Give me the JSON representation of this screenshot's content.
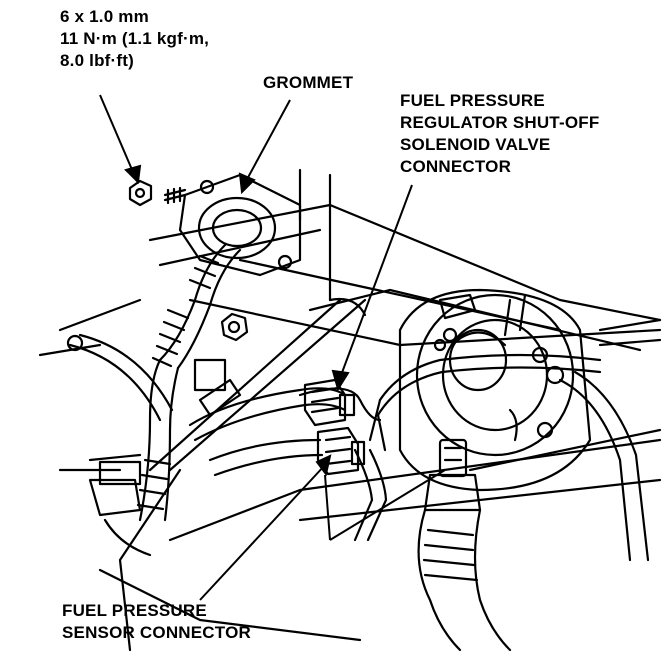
{
  "labels": {
    "bolt_spec": [
      "6 x 1.0 mm",
      "11 N·m (1.1 kgf·m,",
      "8.0 lbf·ft)"
    ],
    "grommet": "GROMMET",
    "regulator_connector": [
      "FUEL PRESSURE",
      "REGULATOR SHUT-OFF",
      "SOLENOID VALVE",
      "CONNECTOR"
    ],
    "sensor_connector": [
      "FUEL PRESSURE",
      "SENSOR CONNECTOR"
    ]
  },
  "colors": {
    "ink": "#000000",
    "paper": "#ffffff"
  }
}
